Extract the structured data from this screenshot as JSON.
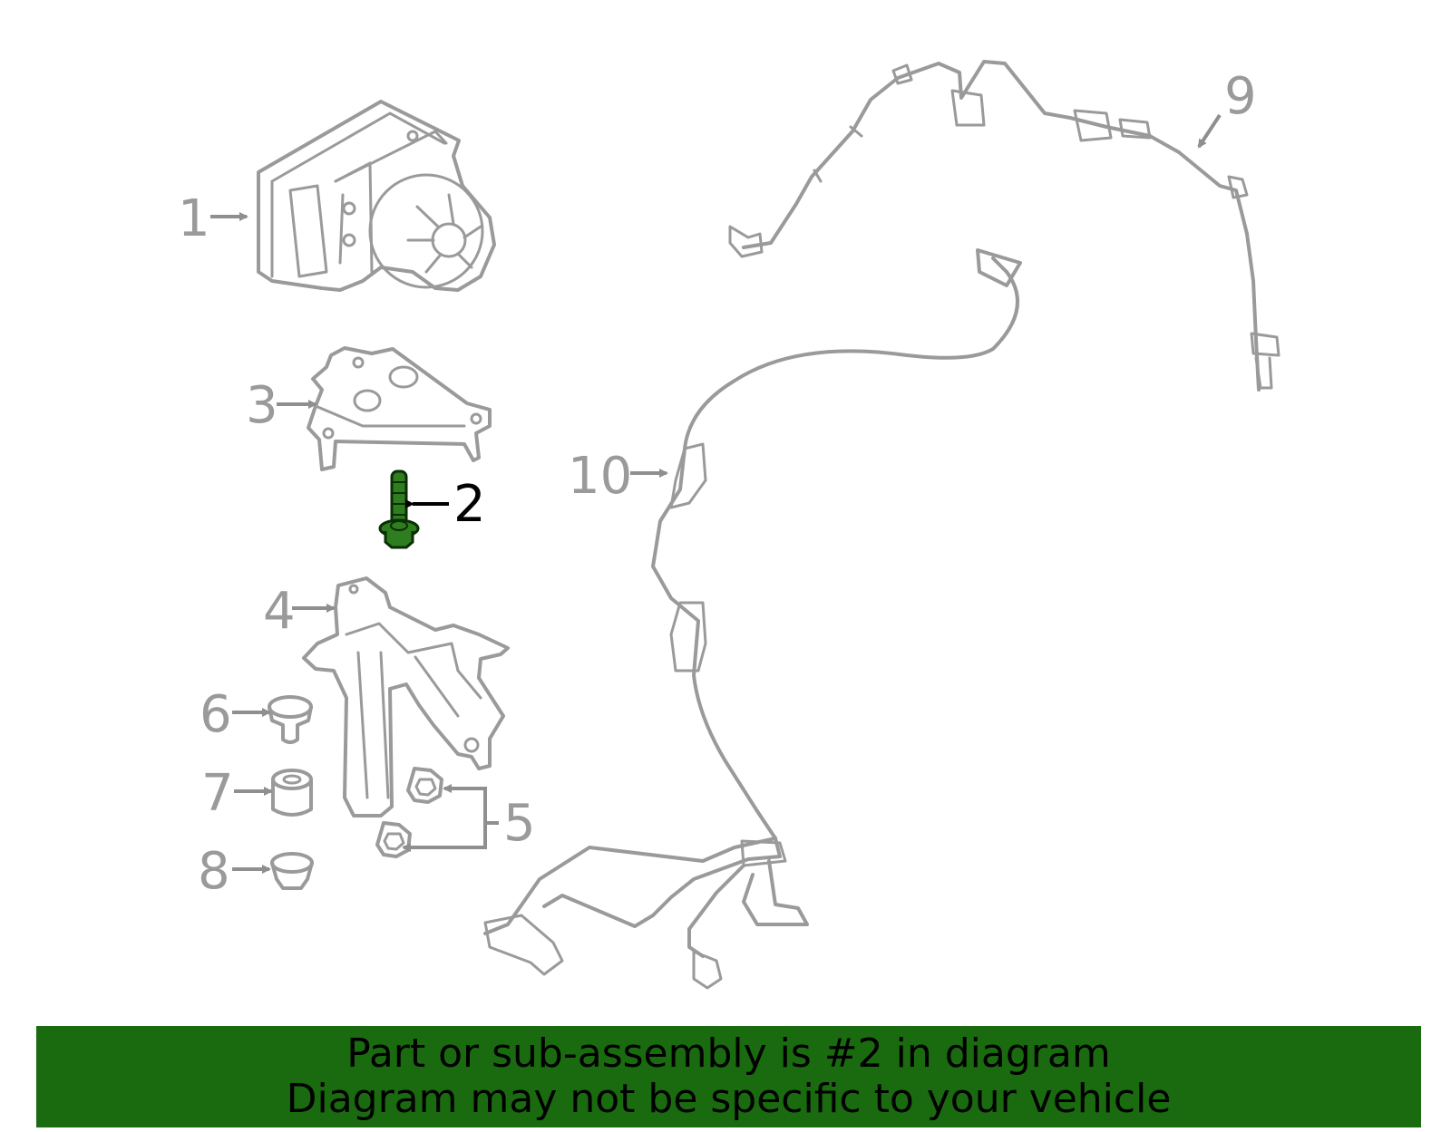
{
  "callouts": {
    "c1": "1",
    "c2": "2",
    "c3": "3",
    "c4": "4",
    "c5": "5",
    "c6": "6",
    "c7": "7",
    "c8": "8",
    "c9": "9",
    "c10": "10"
  },
  "highlighted_part": "2",
  "colors": {
    "line_art": "#9a9a9a",
    "highlight_part": "#2e7d1e",
    "banner_bg": "#1a6b0f",
    "banner_text": "#000000"
  },
  "banner": {
    "line1": "Part or sub-assembly is #2 in diagram",
    "line2": "Diagram may not be specific to your vehicle"
  }
}
